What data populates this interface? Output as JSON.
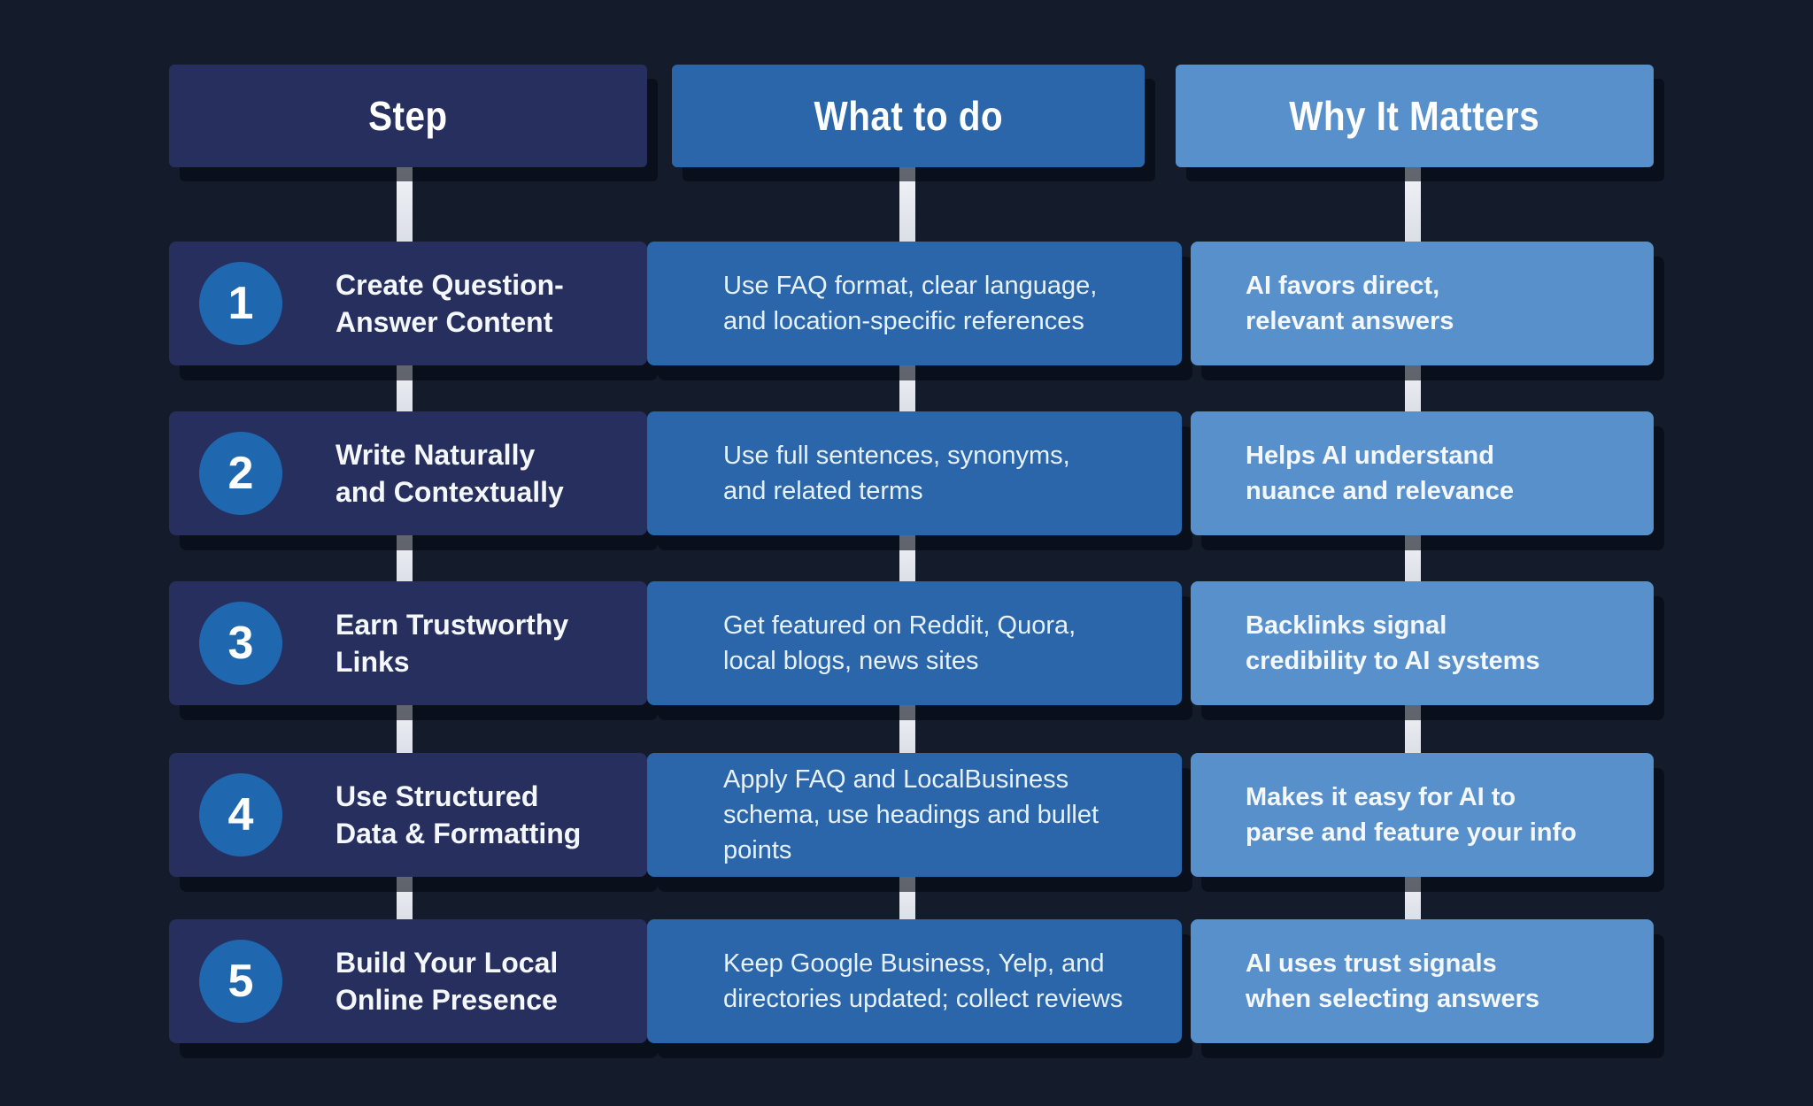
{
  "title_context": "Local SEO / AI optimization steps infographic",
  "palette": {
    "background": "#141B2A",
    "step_box": "#272F5E",
    "what_box": "#2A66A9",
    "why_box": "#5890CB",
    "number_circle": "#1F67AE",
    "connector": "#E8EAEE",
    "text_light": "#F4F8FD",
    "text_soft": "#E7F1FB"
  },
  "table": {
    "headers": [
      {
        "label": "Step",
        "color": "#272F5E"
      },
      {
        "label": "What to do",
        "color": "#2A66A9"
      },
      {
        "label": "Why It Matters",
        "color": "#5890CB"
      }
    ],
    "rows": [
      {
        "number": "1",
        "step": "Create Question-\nAnswer Content",
        "what": "Use FAQ format, clear language,\nand location-specific references",
        "why": "AI favors direct,\nrelevant answers"
      },
      {
        "number": "2",
        "step": "Write Naturally\nand Contextually",
        "what": "Use full sentences, synonyms,\nand related terms",
        "why": "Helps AI understand\nnuance and relevance"
      },
      {
        "number": "3",
        "step": "Earn Trustworthy\nLinks",
        "what": "Get featured on Reddit, Quora,\nlocal blogs, news sites",
        "why": "Backlinks signal\ncredibility to AI systems"
      },
      {
        "number": "4",
        "step": "Use Structured\nData & Formatting",
        "what": "Apply FAQ and LocalBusiness\nschema, use headings and bullet\npoints",
        "why": "Makes it easy for AI to\nparse and feature your info"
      },
      {
        "number": "5",
        "step": "Build Your Local\nOnline Presence",
        "what": "Keep Google Business, Yelp, and\ndirectories updated; collect reviews",
        "why": "AI uses trust signals\nwhen selecting answers"
      }
    ]
  }
}
